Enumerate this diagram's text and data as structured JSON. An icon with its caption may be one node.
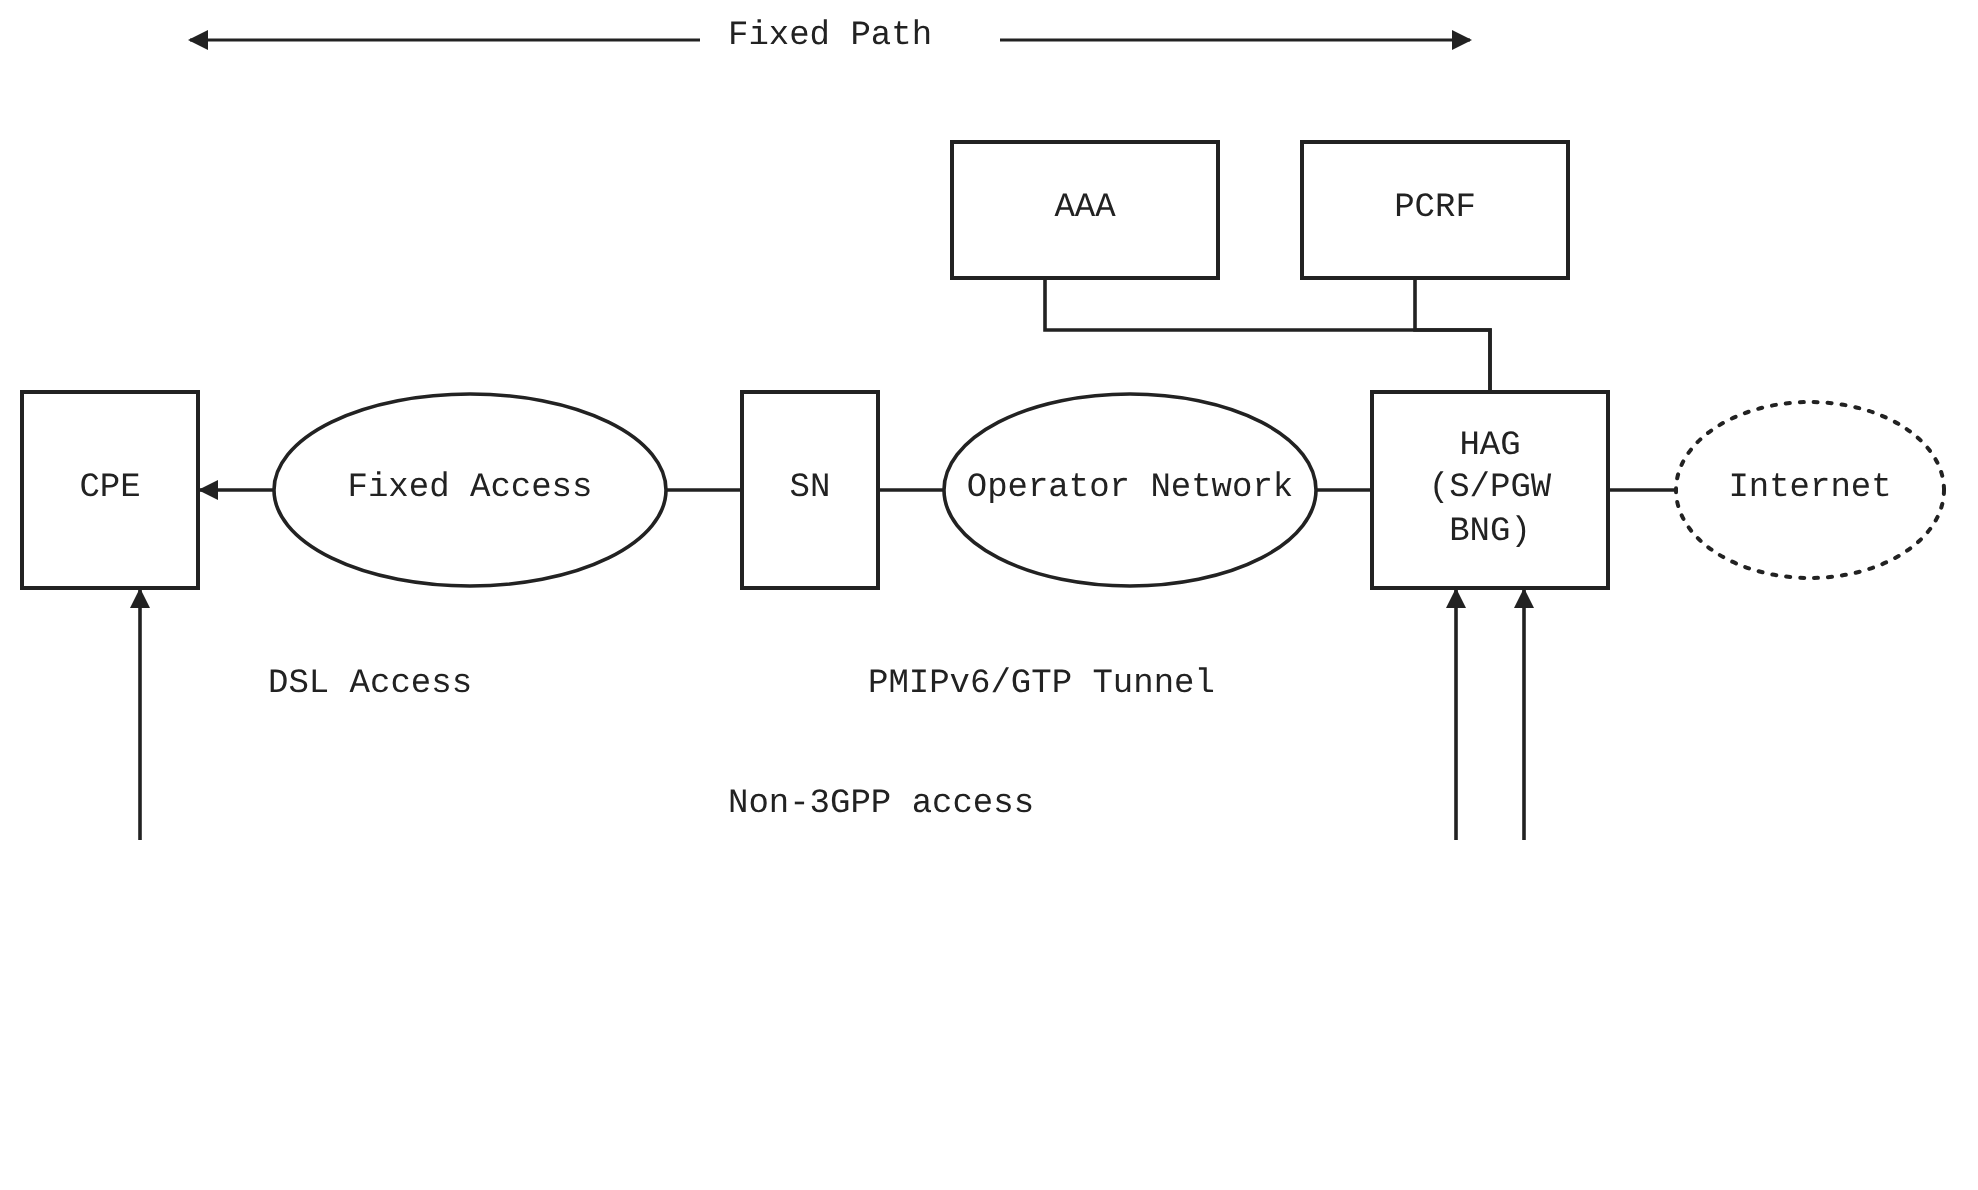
{
  "diagram": {
    "nodes": [
      {
        "text": [
          "AAA"
        ]
      },
      {
        "text": [
          "PCRF"
        ]
      },
      {
        "text": [
          "CPE"
        ]
      },
      {
        "text": [
          "Fixed Access"
        ]
      },
      {
        "text": [
          "SN"
        ]
      },
      {
        "text": [
          "Operator Network"
        ]
      },
      {
        "text": [
          "HAG",
          "(S/PGW BNG)"
        ]
      },
      {
        "text": [
          "Internet"
        ]
      }
    ],
    "edges": [
      {
        "from": 0,
        "to": 6,
        "arrow": "none"
      },
      {
        "from": 1,
        "to": 6,
        "arrow": "none"
      },
      {
        "from": 3,
        "to": 2,
        "arrow": "to"
      },
      {
        "from": 3,
        "to": 4,
        "arrow": "none"
      },
      {
        "from": 4,
        "to": 5,
        "arrow": "none"
      },
      {
        "from": 5,
        "to": 6,
        "arrow": "none"
      },
      {
        "from": 6,
        "to": 7,
        "arrow": "none"
      },
      {
        "from": null,
        "to": 2,
        "arrow": "to"
      },
      {
        "from": null,
        "to": 6,
        "arrow": "to"
      },
      {
        "from": null,
        "to": 6,
        "arrow": "to"
      }
    ],
    "labels": [
      "Fixed Path",
      "DSL Access",
      "PMIPv6/GTP Tunnel",
      "Non-3GPP access"
    ]
  }
}
